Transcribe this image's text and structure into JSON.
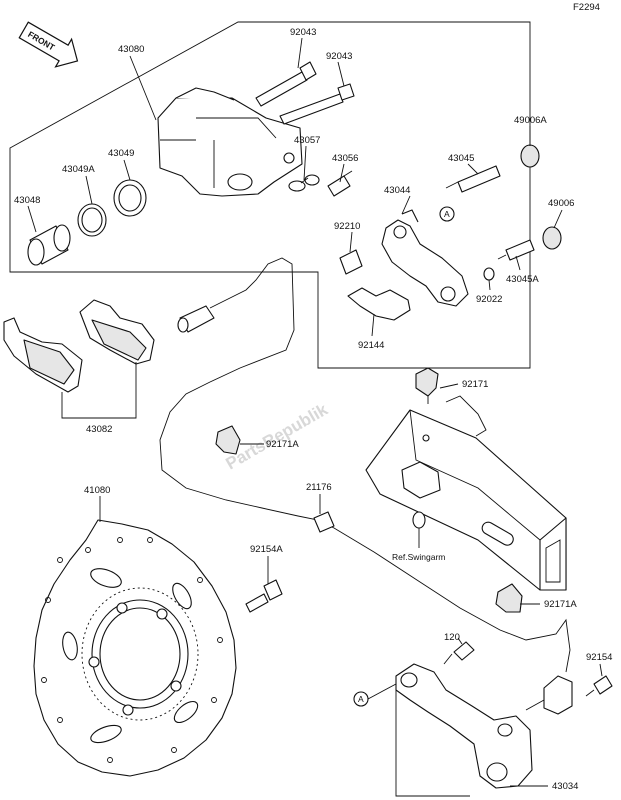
{
  "figure_code": "F2294",
  "front_label": "FRONT",
  "watermark": "PartsRepublik",
  "ref_note": "Ref.Swingarm",
  "callouts": {
    "c43080": "43080",
    "c92043a": "92043",
    "c92043b": "92043",
    "c43057": "43057",
    "c43056": "43056",
    "c43049": "43049",
    "c43049a": "43049A",
    "c43048": "43048",
    "c43045": "43045",
    "c49006a": "49006A",
    "c43044": "43044",
    "c49006": "49006",
    "c92210": "92210",
    "c43045a": "43045A",
    "c92022": "92022",
    "c92144": "92144",
    "c43082": "43082",
    "c92171": "92171",
    "c92171a_1": "92171A",
    "c21176": "21176",
    "c41080": "41080",
    "c92154a": "92154A",
    "c92171a_2": "92171A",
    "c120": "120",
    "c92154": "92154",
    "c43034": "43034"
  },
  "ref_marks": {
    "a1": "A",
    "a2": "A"
  }
}
